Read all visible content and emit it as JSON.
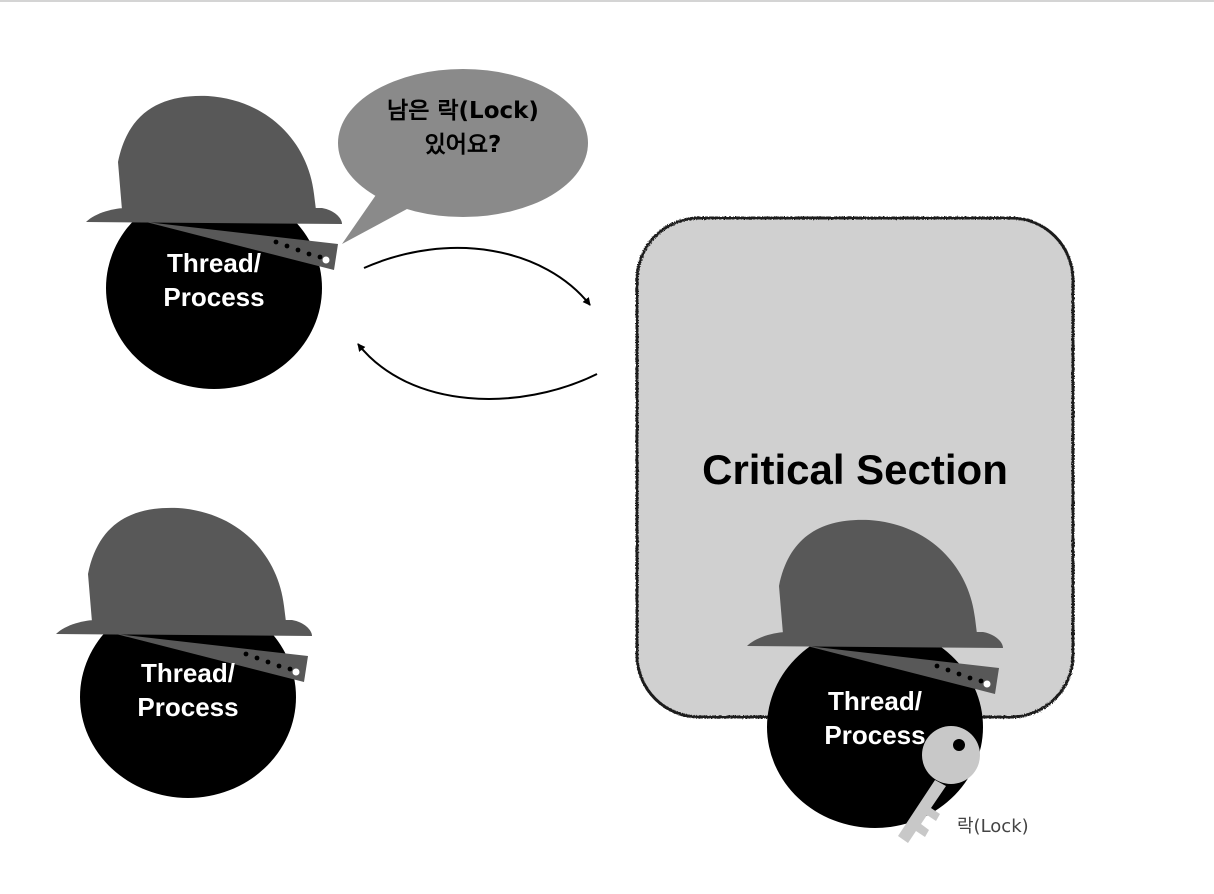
{
  "diagram": {
    "critical_section": {
      "title": "Critical Section"
    },
    "speech_bubble": {
      "line1": "남은 락(Lock)",
      "line2": "있어요?"
    },
    "workers": [
      {
        "line1": "Thread/",
        "line2": "Process"
      },
      {
        "line1": "Thread/",
        "line2": "Process"
      },
      {
        "line1": "Thread/",
        "line2": "Process"
      }
    ],
    "key": {
      "label": "락(Lock)"
    },
    "colors": {
      "head": "#000000",
      "hat": "#585858",
      "bubble": "#8a8a8a",
      "critical_section_fill": "#d0d0d0",
      "key": "#c8c8c8"
    }
  }
}
